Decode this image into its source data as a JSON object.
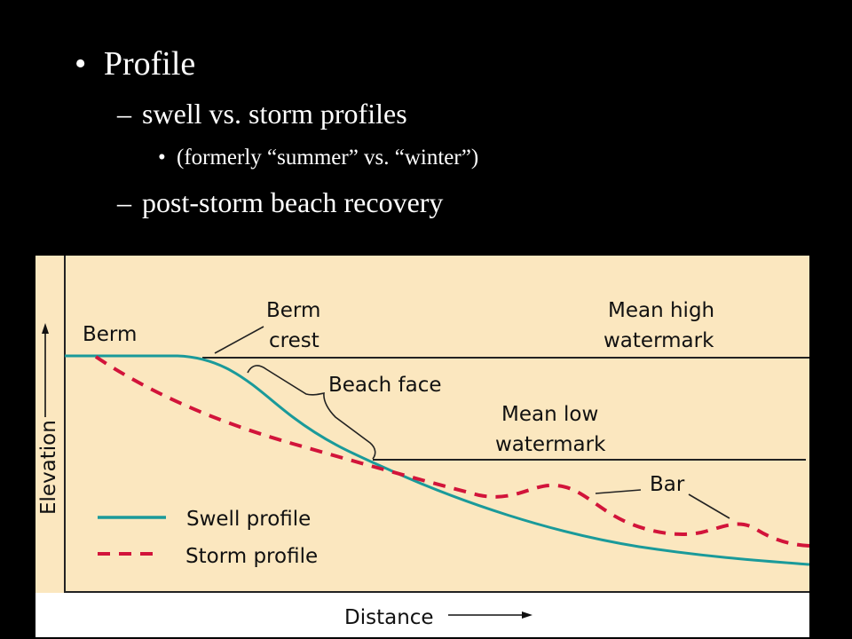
{
  "slide": {
    "bullets": [
      {
        "marker": "•",
        "text": "Profile"
      },
      {
        "marker": "–",
        "text": "swell vs. storm profiles"
      },
      {
        "marker": "•",
        "text": "(formerly “summer” vs. “winter”)"
      },
      {
        "marker": "–",
        "text": "post-storm beach recovery"
      }
    ]
  },
  "diagram": {
    "labels": {
      "berm": "Berm",
      "berm_crest_1": "Berm",
      "berm_crest_2": "crest",
      "beach_face": "Beach face",
      "mean_high_1": "Mean high",
      "mean_high_2": "watermark",
      "mean_low_1": "Mean low",
      "mean_low_2": "watermark",
      "bar": "Bar",
      "y_axis": "Elevation",
      "x_axis": "Distance"
    },
    "legend": [
      {
        "label": "Swell profile",
        "style": "solid",
        "color": "#1a9a9a"
      },
      {
        "label": "Storm profile",
        "style": "dashed",
        "color": "#d2143a"
      }
    ],
    "colors": {
      "panel": "#fbe7bf",
      "swell": "#1a9a9a",
      "storm": "#d2143a"
    }
  }
}
